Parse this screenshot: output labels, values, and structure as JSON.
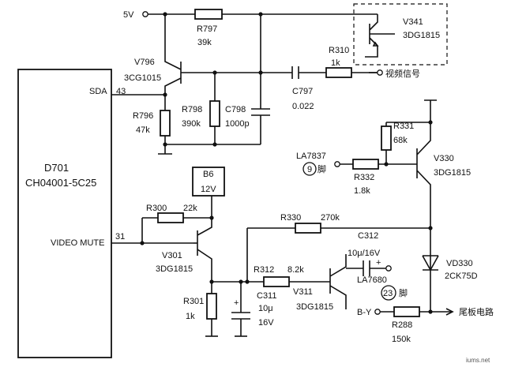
{
  "ic": {
    "ref": "D701",
    "part": "CH04001-5C25",
    "pin_sda_label": "SDA",
    "pin_43": "43",
    "pin_mute_label": "VIDEO MUTE",
    "pin_31": "31"
  },
  "supply": {
    "v5": "5V",
    "b6": "B6",
    "b6_v": "12V"
  },
  "parts": {
    "r797": {
      "ref": "R797",
      "value": "39k"
    },
    "v341": {
      "ref": "V341",
      "part": "3DG1815"
    },
    "r310": {
      "ref": "R310",
      "value": "1k"
    },
    "v796": {
      "ref": "V796",
      "part": "3CG1015"
    },
    "r796": {
      "ref": "R796",
      "value": "47k"
    },
    "r798": {
      "ref": "R798",
      "value": "390k"
    },
    "c798": {
      "ref": "C798",
      "value": "1000p"
    },
    "c797": {
      "ref": "C797",
      "value": "0.022"
    },
    "r331": {
      "ref": "R331",
      "value": "68k"
    },
    "v330": {
      "ref": "V330",
      "part": "3DG1815"
    },
    "r332": {
      "ref": "R332",
      "value": "1.8k"
    },
    "r300": {
      "ref": "R300",
      "value": "22k"
    },
    "v301": {
      "ref": "V301",
      "part": "3DG1815"
    },
    "r330": {
      "ref": "R330",
      "value": "270k"
    },
    "c312": {
      "ref": "C312",
      "value": "10μ/16V"
    },
    "r312": {
      "ref": "R312",
      "value": "8.2k"
    },
    "r301": {
      "ref": "R301",
      "value": "1k"
    },
    "c311": {
      "ref": "C311",
      "value": "10μ",
      "voltage": "16V"
    },
    "v311": {
      "ref": "V311",
      "part": "3DG1815"
    },
    "vd330": {
      "ref": "VD330",
      "part": "2CK75D"
    },
    "r288": {
      "ref": "R288",
      "value": "150k"
    }
  },
  "labels": {
    "video_signal": "视频信号",
    "la7837": "LA7837",
    "pin9": "9",
    "foot": "脚",
    "la7680": "LA7680",
    "pin23": "23",
    "b_y": "B-Y",
    "tail_board": "尾板电路",
    "plus": "+",
    "watermark": "iums.net"
  }
}
